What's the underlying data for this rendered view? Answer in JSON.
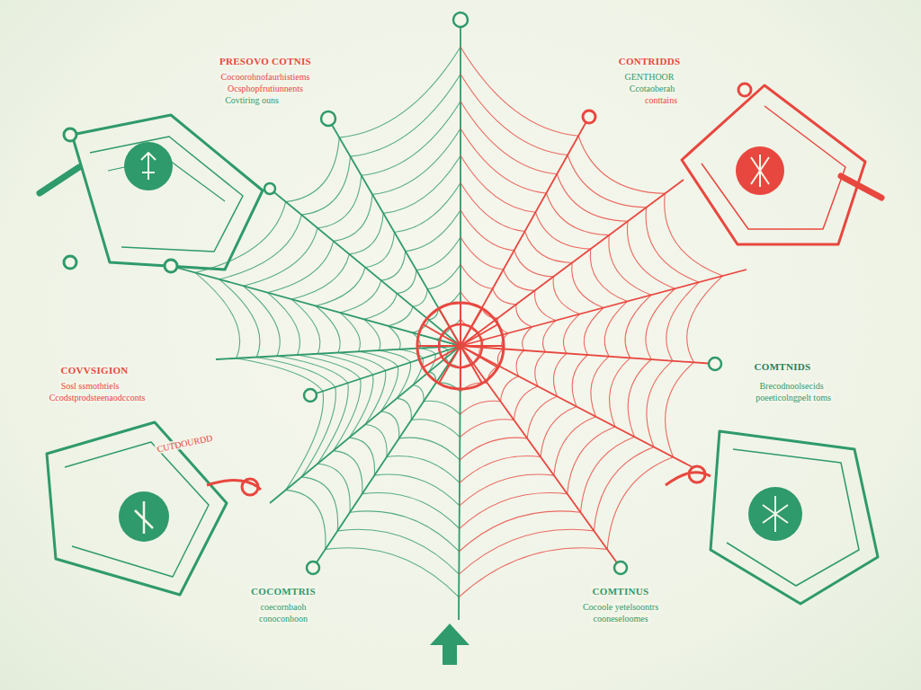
{
  "diagram": {
    "labels": [
      "PRESOVO COTNIS",
      "Cocoorohnofaurhistiems",
      "Ocsphopfrutiunnents",
      "Covtiring ouns",
      "CONTRIDDS",
      "GENTHOOR",
      "Ccotaoberah",
      "conttains",
      "COVVSIGION",
      "Sosl ssmothtiels",
      "Ccodstprodsteenaodcconts",
      "COMTNIDS",
      "Brecodnoolsecids",
      "poeeticolngpelt toms",
      "COCOMTRIS",
      "coecornbaoh",
      "conoconhoon",
      "COMTINUS",
      "Cocoole yetelsoontrs",
      "cooneseloomes",
      "CUTDOURDD"
    ]
  }
}
